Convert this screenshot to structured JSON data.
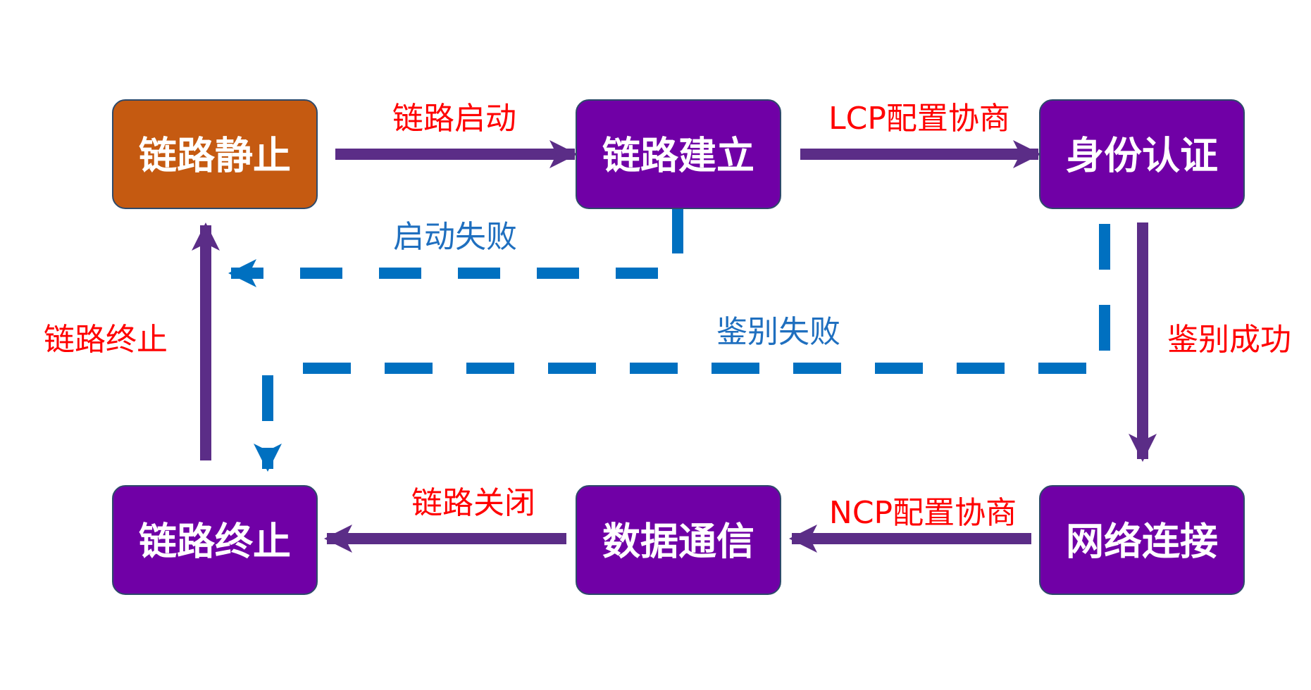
{
  "colors": {
    "start_node": "#c55a11",
    "state_node": "#7000a6",
    "solid_arrow": "#5b2d87",
    "dashed_arrow": "#0070c0",
    "label_red": "#ff0000",
    "label_blue": "#1f6fbf"
  },
  "nodes": {
    "link_dead": "链路静止",
    "link_establish": "链路建立",
    "authenticate": "身份认证",
    "network": "网络连接",
    "data_comm": "数据通信",
    "link_terminate": "链路终止"
  },
  "edges": {
    "link_start": "链路启动",
    "lcp_negotiation": "LCP配置协商",
    "start_failed": "启动失败",
    "auth_failed": "鉴别失败",
    "auth_success": "鉴别成功",
    "ncp_negotiation": "NCP配置协商",
    "link_close": "链路关闭",
    "link_terminate": "链路终止"
  }
}
